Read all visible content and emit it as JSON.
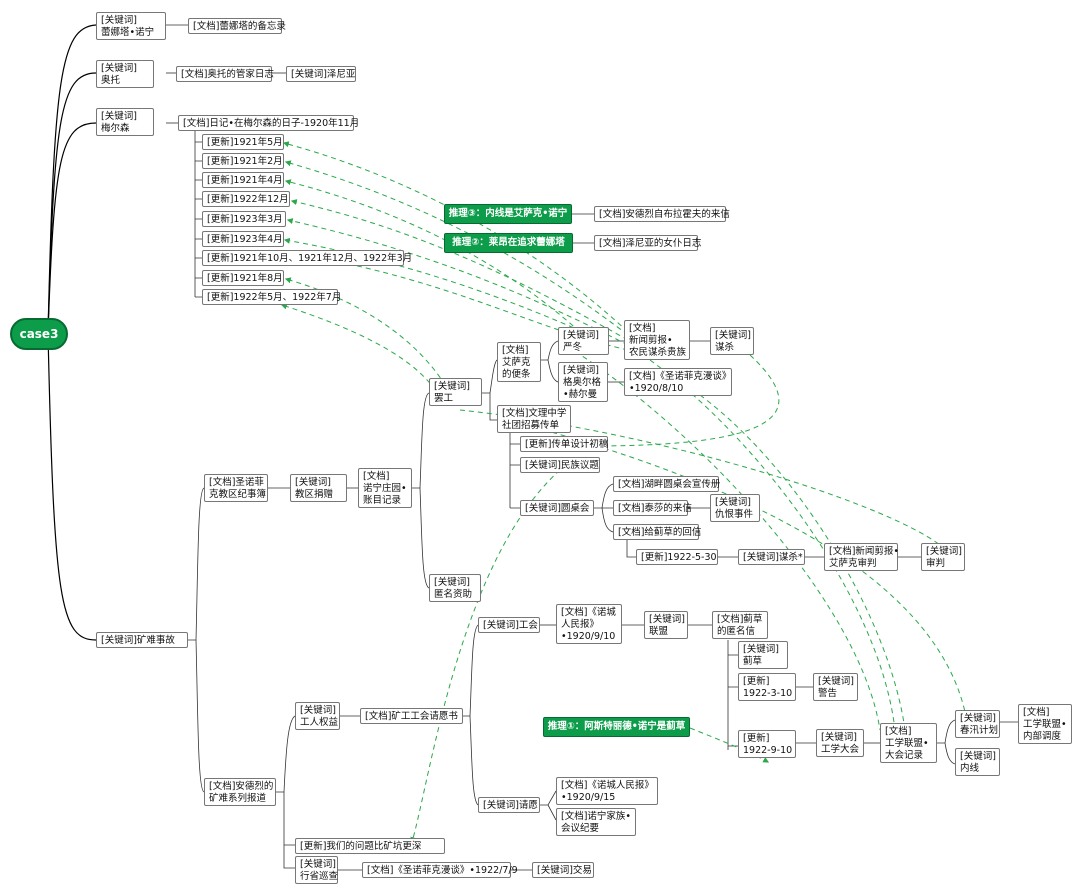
{
  "nodes": {
    "root": "case3",
    "l1_1": "[关键词]\n蕾娜塔•诺宁",
    "l1_1a": "[文档]蕾娜塔的备忘录",
    "l1_2": "[关键词]\n奥托",
    "l1_2a": "[文档]奥托的管家日志",
    "l1_2b": "[关键词]泽尼亚",
    "l1_3": "[关键词]\n梅尔森",
    "m_diary": "[文档]日记•在梅尔森的日子-1920年11月",
    "u1": "[更新]1921年5月",
    "u2": "[更新]1921年2月",
    "u3": "[更新]1921年4月",
    "u4": "[更新]1922年12月",
    "u5": "[更新]1923年3月",
    "u6": "[更新]1923年4月",
    "u7": "[更新]1921年10月、1921年12月、1922年3月",
    "u8": "[更新]1921年8月",
    "u9": "[更新]1922年5月、1922年7月",
    "inf3": "推理③：内线是艾萨克•诺宁",
    "inf3_doc": "[文档]安德烈自布拉霍夫的来信",
    "inf2": "推理②：莱昂在追求蕾娜塔",
    "inf2_doc": "[文档]泽尼亚的女仆日志",
    "inf1": "推理①：阿斯特丽德•诺宁是蓟草",
    "kw_strike": "[关键词]\n罢工",
    "doc_isaac": "[文档]\n艾萨克\n的便条",
    "kw_yandong": "[关键词]\n严冬",
    "doc_news1": "[文档]\n新闻剪报•\n农民谋杀贵族",
    "kw_murder": "[关键词]\n谋杀",
    "kw_gregor": "[关键词]\n格奥尔格\n•赫尔曼",
    "doc_sheng": "[文档]《圣诺菲克漫谈》\n•1920/8/10",
    "doc_club": "[文档]文理中学\n社团招募传单",
    "upd_flyer": "[更新]传单设计初稿",
    "kw_nation": "[关键词]民族议题",
    "kw_round": "[关键词]圆桌会",
    "doc_lake": "[文档]湖畔圆桌会宣传册",
    "doc_tessa": "[文档]泰莎的来信",
    "kw_hate": "[关键词]\n仇恨事件",
    "doc_reply": "[文档]给蓟草的回信",
    "upd_0530": "[更新]1922-5-30",
    "kw_murder2": "[关键词]谋杀*",
    "doc_news2": "[文档]新闻剪报•\n艾萨克审判",
    "kw_trial": "[关键词]\n审判",
    "kw_anon": "[关键词]\n匿名资助",
    "doc_noning": "[文档]\n诺宁庄园•\n账目记录",
    "kw_donate": "[关键词]\n教区捐赠",
    "doc_parish": "[文档]圣诺菲\n克教区纪事簿",
    "kw_mine": "[关键词]矿难事故",
    "doc_andre": "[文档]安德烈的\n矿难系列报道",
    "kw_rights": "[关键词]\n工人权益",
    "doc_petition": "[文档]矿工工会请愿书",
    "kw_union": "[关键词]工会",
    "doc_people1": "[文档]《诺城\n人民报》\n•1920/9/10",
    "kw_alliance": "[关键词]\n联盟",
    "doc_thistle": "[文档]蓟草\n的匿名信",
    "kw_thistle": "[关键词]\n蓟草",
    "upd_0310": "[更新]\n1922-3-10",
    "kw_warn": "[关键词]\n警告",
    "upd_0910": "[更新]\n1922-9-10",
    "kw_congress": "[关键词]\n工学大会",
    "doc_record": "[文档]\n工学联盟•\n大会记录",
    "kw_spring": "[关键词]\n春汛计划",
    "doc_internal": "[文档]\n工学联盟•\n内部调度",
    "kw_mole": "[关键词]\n内线",
    "kw_plea": "[关键词]请愿",
    "doc_people2": "[文档]《诺城人民报》\n•1920/9/15",
    "doc_family": "[文档]诺宁家族•\n会议纪要",
    "upd_deeper": "[更新]我们的问题比矿坑更深",
    "kw_patrol": "[关键词]\n行省巡查",
    "doc_sheng2": "[文档]《圣诺菲克漫谈》•1922/7/9",
    "kw_trade": "[关键词]交易"
  },
  "colors": {
    "accent": "#0c9c4a",
    "tree_line": "#000000",
    "dashed_line": "#2aa84a",
    "box_border": "#777777"
  }
}
